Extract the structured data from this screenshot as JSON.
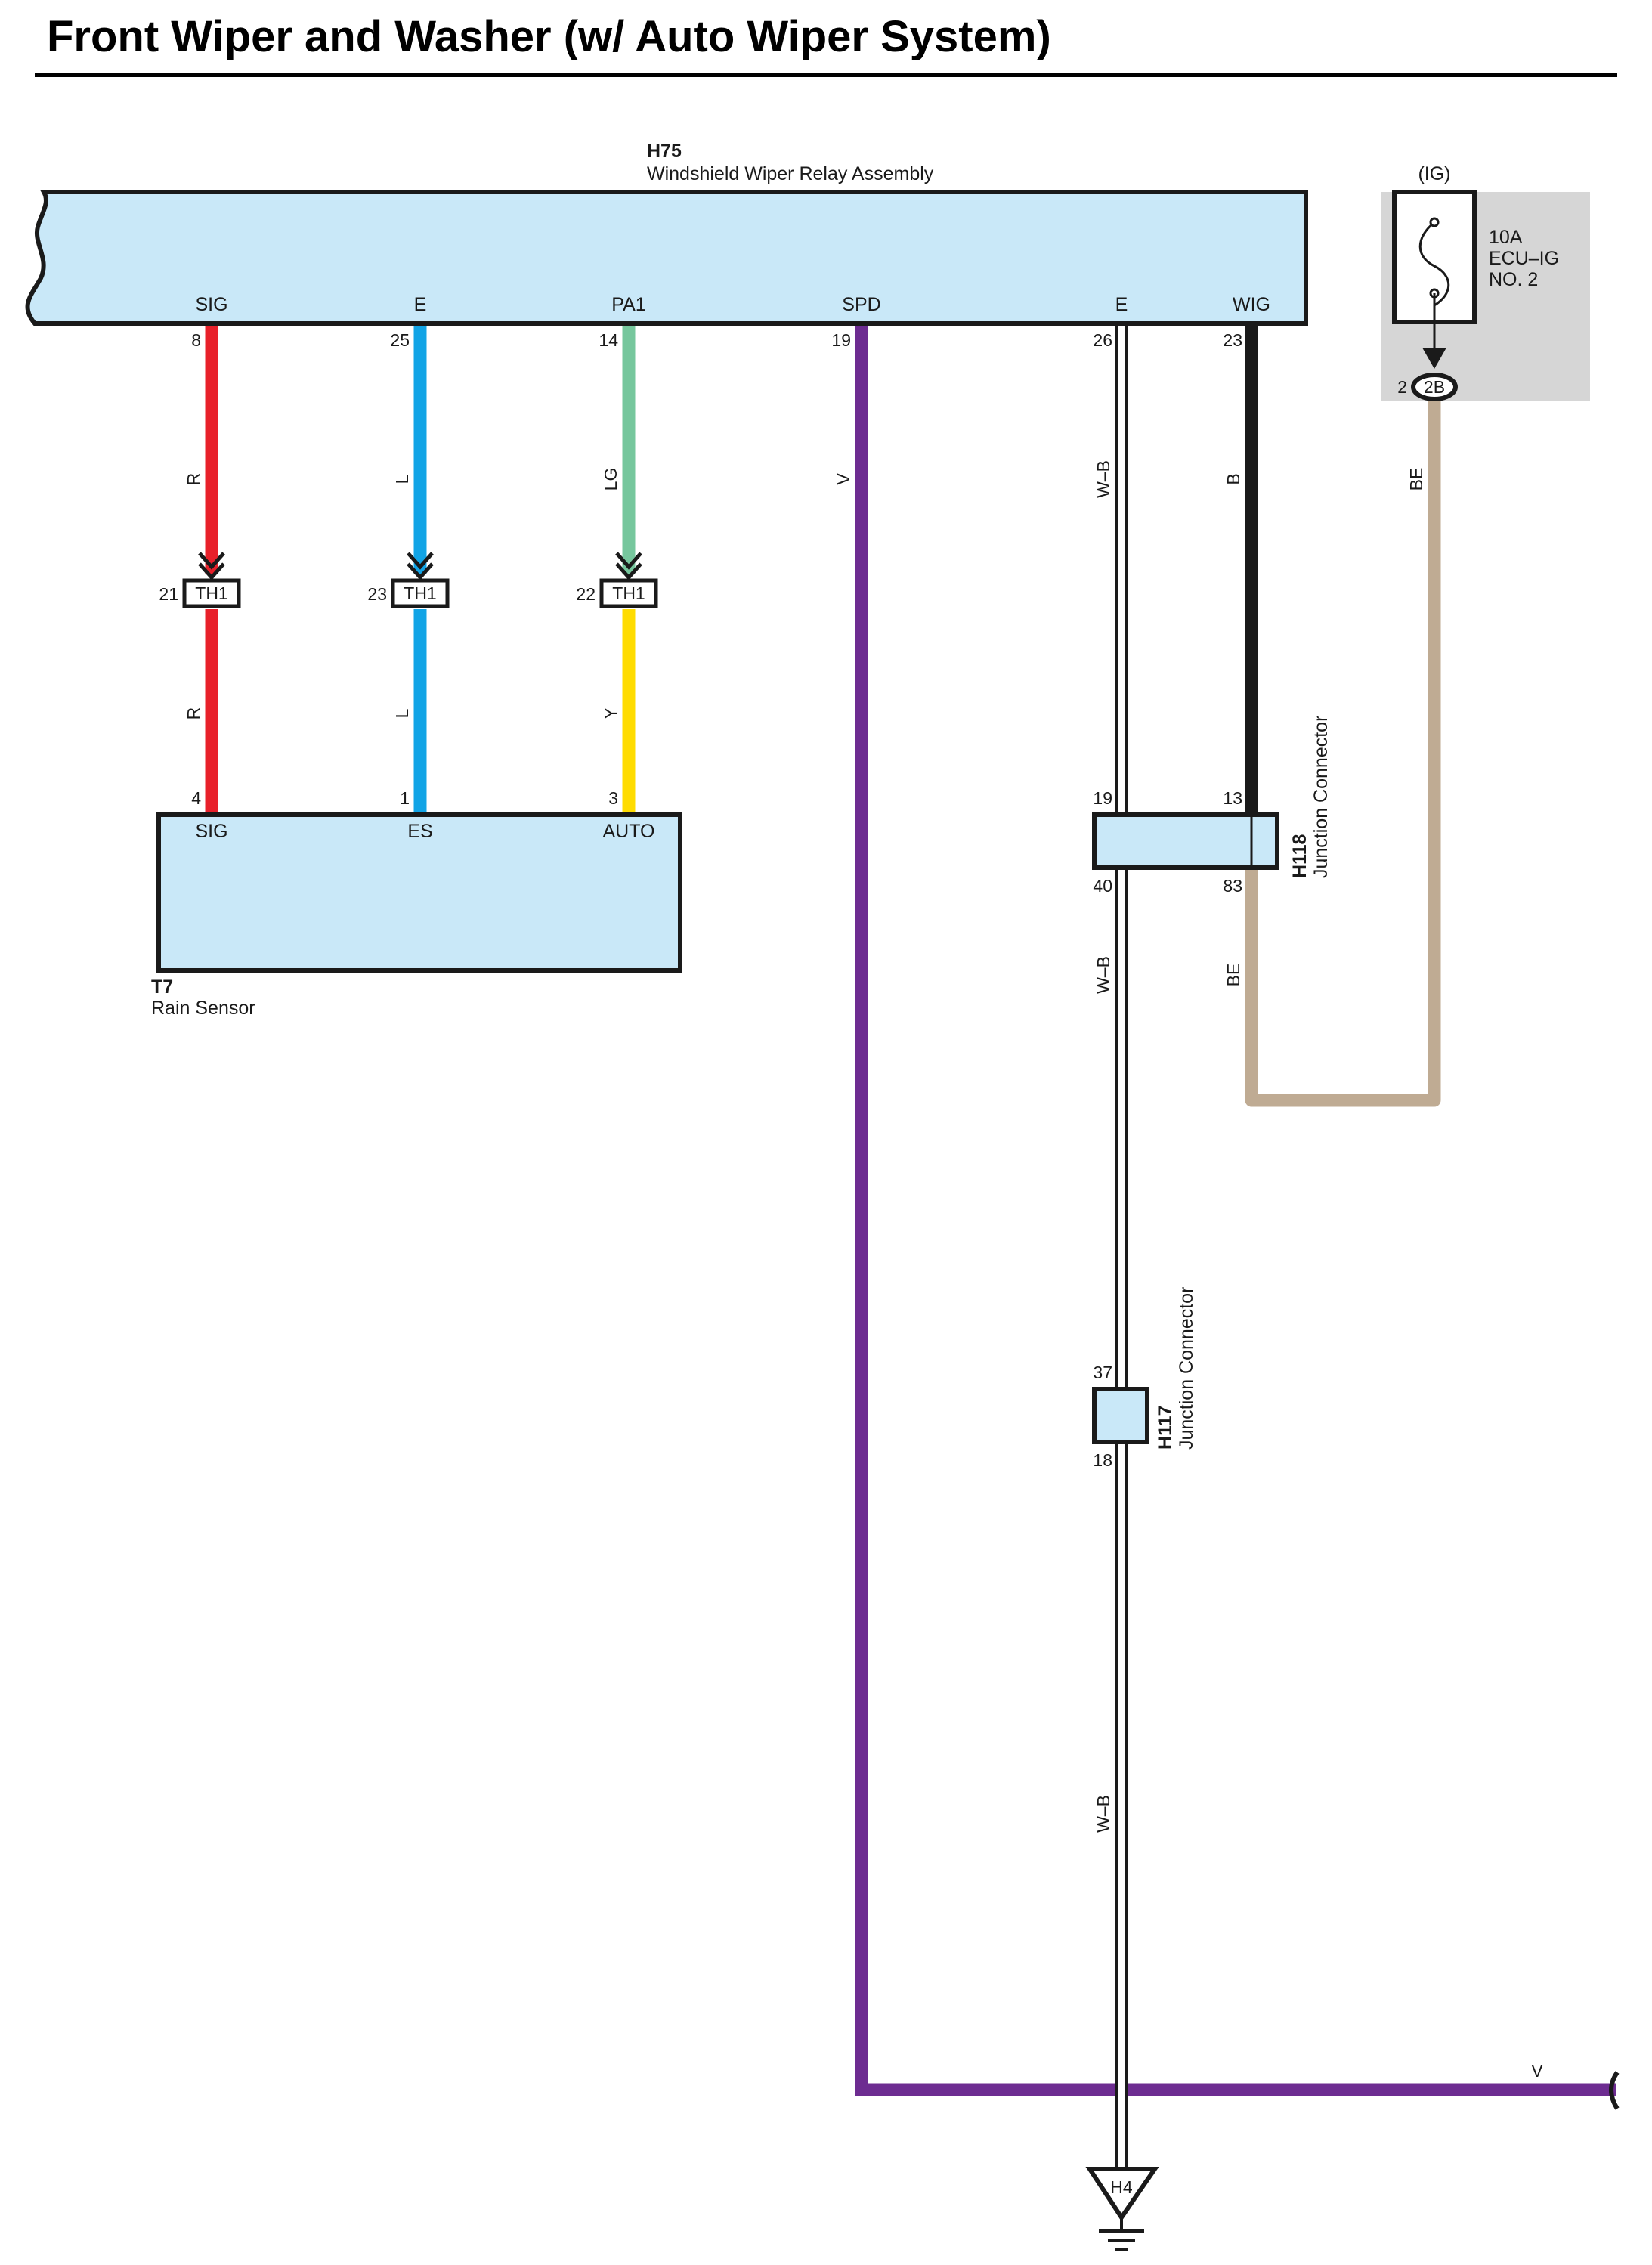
{
  "title": "Front Wiper and Washer (w/ Auto Wiper System)",
  "relay": {
    "code": "H75",
    "name": "Windshield Wiper Relay Assembly",
    "terminals": [
      {
        "id": "SIG",
        "pin": "8"
      },
      {
        "id": "E",
        "pin": "25"
      },
      {
        "id": "PA1",
        "pin": "14"
      },
      {
        "id": "SPD",
        "pin": "19"
      },
      {
        "id": "E",
        "pin": "26"
      },
      {
        "id": "WIG",
        "pin": "23"
      }
    ]
  },
  "fuse": {
    "group": "(IG)",
    "rating": "10A",
    "name_line1": "ECU–IG",
    "name_line2": "NO. 2",
    "pin": "2",
    "connector": "2B"
  },
  "th1": {
    "label": "TH1",
    "pins": [
      "21",
      "23",
      "22"
    ]
  },
  "rain_sensor": {
    "code": "T7",
    "name": "Rain Sensor",
    "terminals": [
      {
        "id": "SIG",
        "pin": "4"
      },
      {
        "id": "ES",
        "pin": "1"
      },
      {
        "id": "AUTO",
        "pin": "3"
      }
    ]
  },
  "h118": {
    "code": "H118",
    "name": "Junction Connector",
    "pins": {
      "top_left": "19",
      "top_right": "13",
      "bottom_left": "40",
      "bottom_right": "83"
    }
  },
  "h117": {
    "code": "H117",
    "name": "Junction Connector",
    "pins": {
      "top": "37",
      "bottom": "18"
    }
  },
  "ground": {
    "code": "H4"
  },
  "wire_codes": {
    "sig_upper": "R",
    "sig_lower": "R",
    "e_upper": "L",
    "e_lower": "L",
    "pa1_upper": "LG",
    "pa1_lower": "Y",
    "spd": "V",
    "spd_right": "V",
    "ground_1": "W–B",
    "ground_2": "W–B",
    "ground_3": "W–B",
    "wig": "B",
    "fuse_out": "BE",
    "h118_out": "BE"
  },
  "colors": {
    "connector_fill": "#c9e8f8",
    "fuse_box_fill": "#d6d6d6",
    "wire_red": "#e8202a",
    "wire_blue": "#11a4e6",
    "wire_lightgreen": "#76c79d",
    "wire_yellow": "#ffdc00",
    "wire_violet": "#6d2c91",
    "wire_black": "#1a1a1a",
    "wire_beige": "#bfab93",
    "wire_white_black": "#ffffff"
  }
}
